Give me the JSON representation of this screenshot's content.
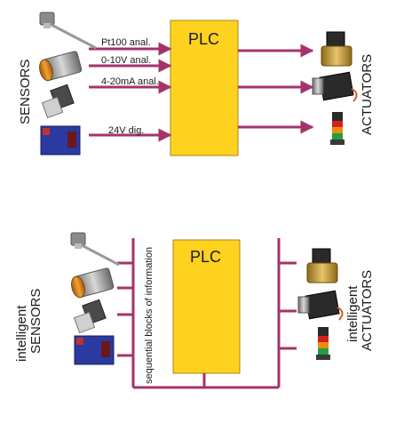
{
  "colors": {
    "plc_fill": "#ffd21f",
    "plc_stroke": "#a88a10",
    "wire": "#a4336b",
    "text": "#1a1a1a"
  },
  "top": {
    "plc_label": "PLC",
    "sensors_label": "SENSORS",
    "actuators_label": "ACTUATORS",
    "signals": [
      "Pt100 anal.",
      "0-10V anal.",
      "4-20mA anal.",
      "24V dig."
    ],
    "sensor_icons": [
      "temperature-probe-icon",
      "proximity-sensor-icon",
      "pressure-transducer-icon",
      "photoelectric-sensor-icon"
    ],
    "actuator_icons": [
      "solenoid-valve-icon",
      "servo-motor-icon",
      "signal-tower-icon"
    ]
  },
  "bottom": {
    "plc_label": "PLC",
    "sensors_label_1": "intelligent",
    "sensors_label_2": "SENSORS",
    "actuators_label_1": "intelligent",
    "actuators_label_2": "ACTUATORS",
    "bus_label": "sequential blocks of information",
    "sensor_icons": [
      "temperature-probe-icon",
      "proximity-sensor-icon",
      "pressure-transducer-icon",
      "photoelectric-sensor-icon"
    ],
    "actuator_icons": [
      "solenoid-valve-icon",
      "servo-motor-icon",
      "signal-tower-icon"
    ]
  }
}
